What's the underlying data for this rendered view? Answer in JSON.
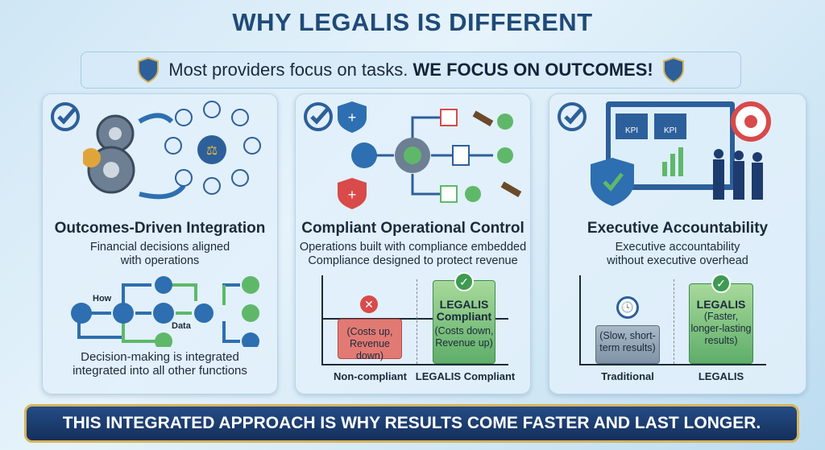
{
  "title": "WHY LEGALIS IS DIFFERENT",
  "subtitle": {
    "normal": "Most providers focus on tasks.",
    "bold": "WE FOCUS ON OUTCOMES!"
  },
  "cards": [
    {
      "heading": "Outcomes-Driven Integration",
      "desc": [
        "Financial decisions aligned",
        "with operations"
      ],
      "flow_labels": {
        "how": "How",
        "data": "Data"
      },
      "footer": [
        "Decision-making is integrated",
        "integrated into all other functions"
      ]
    },
    {
      "heading": "Compliant Operational Control",
      "desc": [
        "Operations built with compliance embedded",
        "Compliance designed to protect revenue"
      ],
      "bars": [
        {
          "text": "(Costs up, Revenue down)",
          "label": "Non-compliant"
        },
        {
          "title": "LEGALIS Compliant",
          "text": "(Costs down, Revenue up)",
          "label": "LEGALIS Compliant"
        }
      ]
    },
    {
      "heading": "Executive Accountability",
      "desc": [
        "Executive accountability",
        "without executive overhead"
      ],
      "kpi": "KPI",
      "bars": [
        {
          "text": "(Slow, short-term results)",
          "label": "Traditional"
        },
        {
          "title": "LEGALIS",
          "text": "(Faster, longer-lasting results)",
          "label": "LEGALIS"
        }
      ]
    }
  ],
  "bottom": "THIS INTEGRATED APPROACH IS WHY RESULTS COME FASTER AND LAST LONGER.",
  "colors": {
    "navy": "#1f4a78",
    "green": "#5fb86a",
    "red": "#e06a6a",
    "gold": "#d9b45a"
  }
}
